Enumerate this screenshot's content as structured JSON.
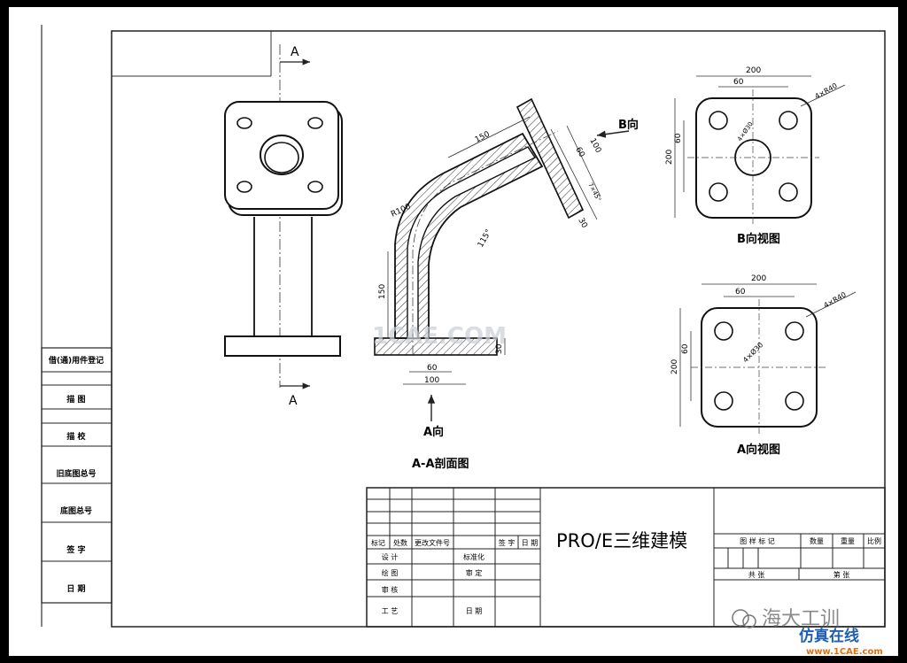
{
  "left_column": {
    "labels": [
      "借(通)用件登记",
      "描 图",
      "描 校",
      "旧底图总号",
      "底图总号",
      "签 字",
      "日 期"
    ]
  },
  "front_view": {
    "section_marker": "A",
    "section_marker_bottom": "A"
  },
  "section_view": {
    "dims": {
      "len150_top": "150",
      "r100": "R100",
      "angle115": "115°",
      "h100": "100",
      "h60": "60",
      "chamfer": "7×45°",
      "w30_flange": "30",
      "len150_left": "150",
      "w60": "60",
      "w100": "100",
      "h30": "30"
    },
    "arrow_b": "B向",
    "arrow_a": "A向",
    "caption": "A-A剖面图"
  },
  "b_view": {
    "dims": {
      "w200": "200",
      "w60": "60",
      "h200": "200",
      "h60": "60",
      "radius": "4×R40",
      "hole": "4×Ø30"
    },
    "caption": "B向视图"
  },
  "a_view": {
    "dims": {
      "w200": "200",
      "w60": "60",
      "h200": "200",
      "h60": "60",
      "radius": "4×R40",
      "hole": "4×Ø30"
    },
    "caption": "A向视图"
  },
  "title_block": {
    "header": [
      "标记",
      "处数",
      "更改文件号",
      "签 字",
      "日 期"
    ],
    "rows": [
      [
        "设 计",
        "标准化"
      ],
      [
        "绘 图",
        "审 定"
      ],
      [
        "审 核",
        ""
      ],
      [
        "工 艺",
        "日 期"
      ]
    ],
    "title": "PRO/E三维建模",
    "right_header": [
      "图 样 标 记",
      "数量",
      "重量",
      "比例"
    ],
    "sheets": [
      "共 张",
      "第 张"
    ]
  },
  "watermark": {
    "center": "1CAE.COM",
    "wechat": "海大工训",
    "corner_cn": "仿真在线",
    "corner_url": "www.1CAE.com"
  }
}
